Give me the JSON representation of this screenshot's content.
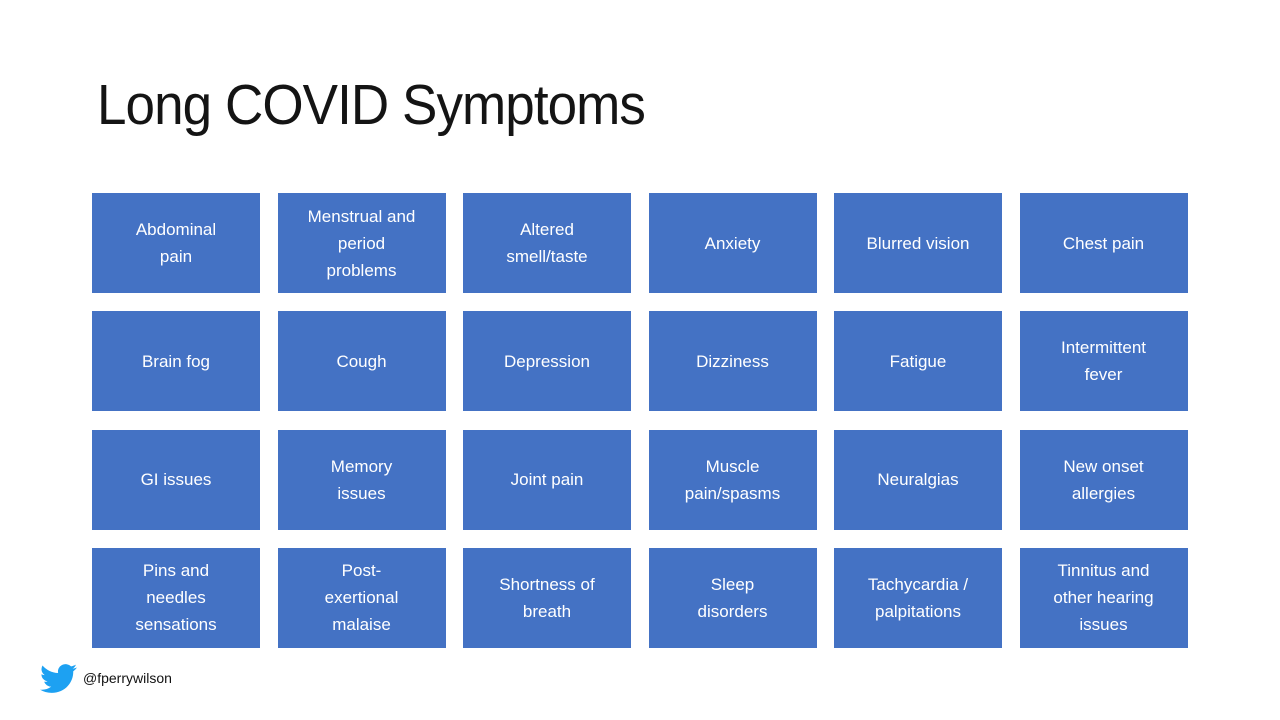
{
  "slide": {
    "title": "Long COVID Symptoms",
    "background_color": "#ffffff",
    "title_color": "#141414"
  },
  "symptom_grid": {
    "columns": 6,
    "rows": 4,
    "box_color": "#4472C4",
    "box_text_color": "#ffffff",
    "items": [
      "Abdominal\npain",
      "Menstrual and\nperiod\nproblems",
      "Altered\nsmell/taste",
      "Anxiety",
      "Blurred vision",
      "Chest pain",
      "Brain fog",
      "Cough",
      "Depression",
      "Dizziness",
      "Fatigue",
      "Intermittent\nfever",
      "GI issues",
      "Memory\nissues",
      "Joint pain",
      "Muscle\npain/spasms",
      "Neuralgias",
      "New onset\nallergies",
      "Pins and\nneedles\nsensations",
      "Post-\nexertional\nmalaise",
      "Shortness of\nbreath",
      "Sleep\ndisorders",
      "Tachycardia /\npalpitations",
      "Tinnitus and\nother hearing\nissues"
    ]
  },
  "footer": {
    "twitter_handle": "@fperrywilson",
    "twitter_icon": "twitter-bird-icon",
    "twitter_icon_color": "#1DA1F2"
  }
}
